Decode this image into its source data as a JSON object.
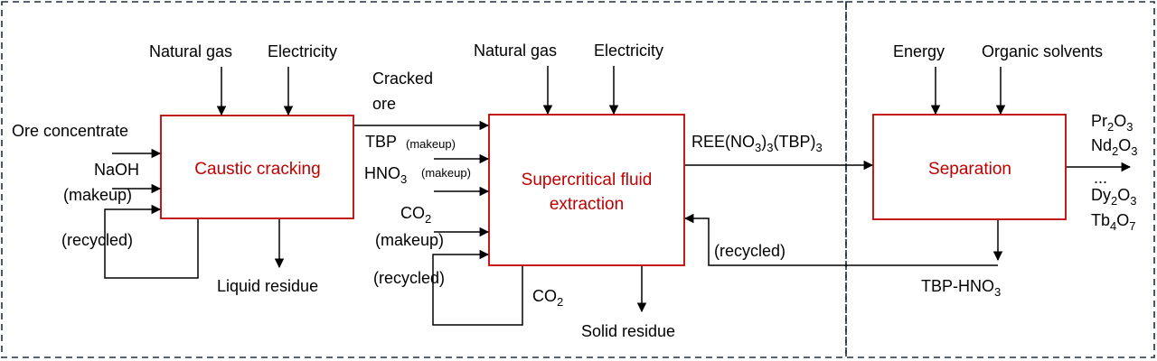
{
  "colors": {
    "process_box": "#c00000",
    "frame": "#1f2e3f",
    "line": "#000000"
  },
  "processes": {
    "caustic": "Caustic cracking",
    "scfe_line1": "Supercritical fluid",
    "scfe_line2": "extraction",
    "separation": "Separation"
  },
  "caustic_inputs": {
    "natural_gas": "Natural gas",
    "electricity": "Electricity",
    "ore": "Ore concentrate",
    "naoh": "NaOH",
    "makeup": "(makeup)",
    "recycled": "(recycled)"
  },
  "caustic_outputs": {
    "cracked_line1": "Cracked",
    "cracked_line2": "ore",
    "liquid_residue": "Liquid residue"
  },
  "scfe_inputs": {
    "natural_gas": "Natural gas",
    "electricity": "Electricity",
    "tbp": "TBP",
    "tbp_makeup": "(makeup)",
    "hno3_main": "HNO",
    "hno3_sub": "3",
    "hno3_makeup": "(makeup)",
    "co2_main": "CO",
    "co2_sub": "2",
    "co2_makeup": "(makeup)",
    "recycled": "(recycled)"
  },
  "scfe_outputs": {
    "ree_1": "REE(NO",
    "ree_sub1": "3",
    "ree_2": ")",
    "ree_sub2": "3",
    "ree_3": "(TBP)",
    "ree_sub3": "3",
    "co2_main": "CO",
    "co2_sub": "2",
    "solid_residue": "Solid residue",
    "recycled": "(recycled)"
  },
  "separation_inputs": {
    "energy": "Energy",
    "organic_solvents": "Organic solvents"
  },
  "separation_outputs": {
    "tbp_hno3_main": "TBP-HNO",
    "tbp_hno3_sub": "3",
    "pr_1": "Pr",
    "pr_sub1": "2",
    "pr_2": "O",
    "pr_sub2": "3",
    "nd_1": "Nd",
    "nd_sub1": "2",
    "nd_2": "O",
    "nd_sub2": "3",
    "ellipsis": "...",
    "dy_1": "Dy",
    "dy_sub1": "2",
    "dy_2": "O",
    "dy_sub2": "3",
    "tb_1": "Tb",
    "tb_sub1": "4",
    "tb_2": "O",
    "tb_sub2": "7"
  }
}
